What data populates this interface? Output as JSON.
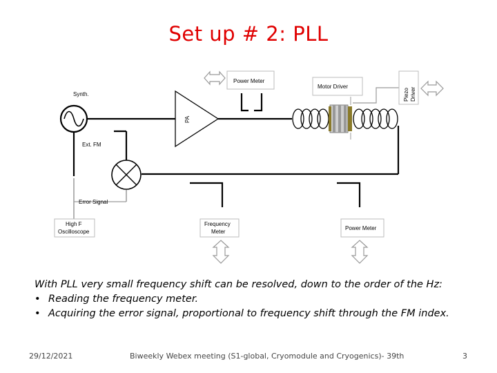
{
  "slide": {
    "title": "Set up # 2: PLL",
    "body": {
      "intro": "With PLL very small frequency shift can be resolved, down to the order of the Hz:",
      "bullets": [
        "Reading the frequency meter.",
        "Acquiring the error signal, proportional to frequency shift through the FM index."
      ],
      "bullet_glyph": "•"
    },
    "footer": {
      "date": "29/12/2021",
      "meeting": "Biweekly Webex meeting (S1-global, Cryomodule and Cryogenics)- 39th",
      "page": "3"
    }
  },
  "diagram": {
    "labels": {
      "synth": "Synth.",
      "ext_fm": "Ext. FM",
      "pa": "PA",
      "power_meter_top": "Power Meter",
      "motor_driver": "Motor Driver",
      "piezo_driver_line1": "Piezo",
      "piezo_driver_line2": "Driver",
      "error_signal": "Error Signal",
      "oscilloscope_line1": "High F",
      "oscilloscope_line2": "Oscilloscope",
      "frequency_meter_line1": "Frequency",
      "frequency_meter_line2": "Meter",
      "power_meter_bottom": "Power Meter"
    },
    "colors": {
      "line": "#000000",
      "box_border": "#bbbbbb",
      "gray_arrow": "#999999",
      "tuner": "#8a7a2a"
    }
  }
}
